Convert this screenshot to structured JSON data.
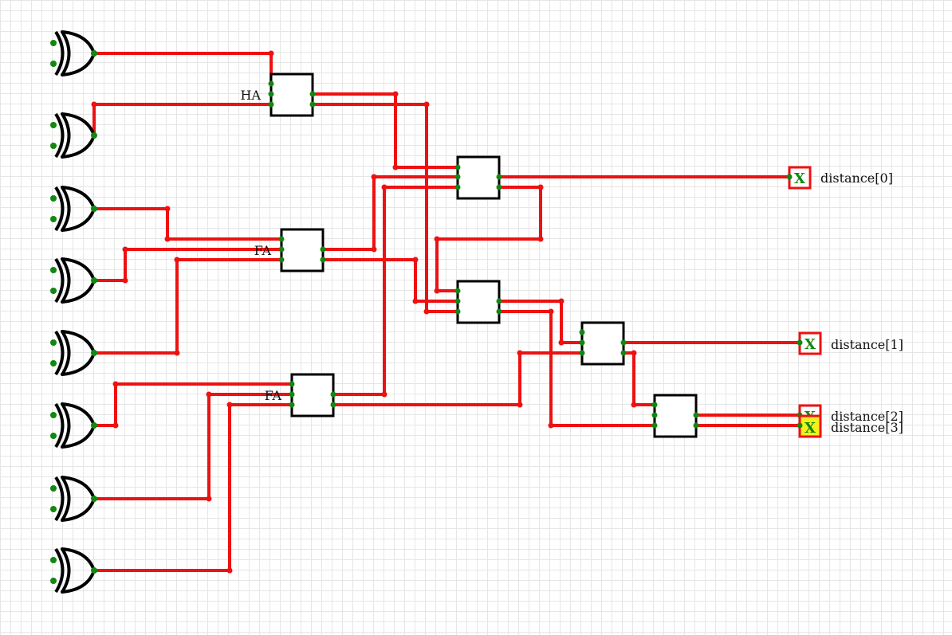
{
  "blocks": {
    "ha_label": "HA",
    "fa1_label": "FA",
    "fa2_label": "FA"
  },
  "outputs": [
    {
      "label": "distance[0]",
      "probe_text": "X"
    },
    {
      "label": "distance[1]",
      "probe_text": "X"
    },
    {
      "label": "distance[2]",
      "probe_text": "X"
    },
    {
      "label": "distance[3]",
      "probe_text": "X",
      "highlight": "#f4f01a"
    }
  ],
  "colors": {
    "wire": "#ee1111",
    "pin": "#118811",
    "gate_outline": "#000000",
    "grid": "#e6e6e6"
  }
}
